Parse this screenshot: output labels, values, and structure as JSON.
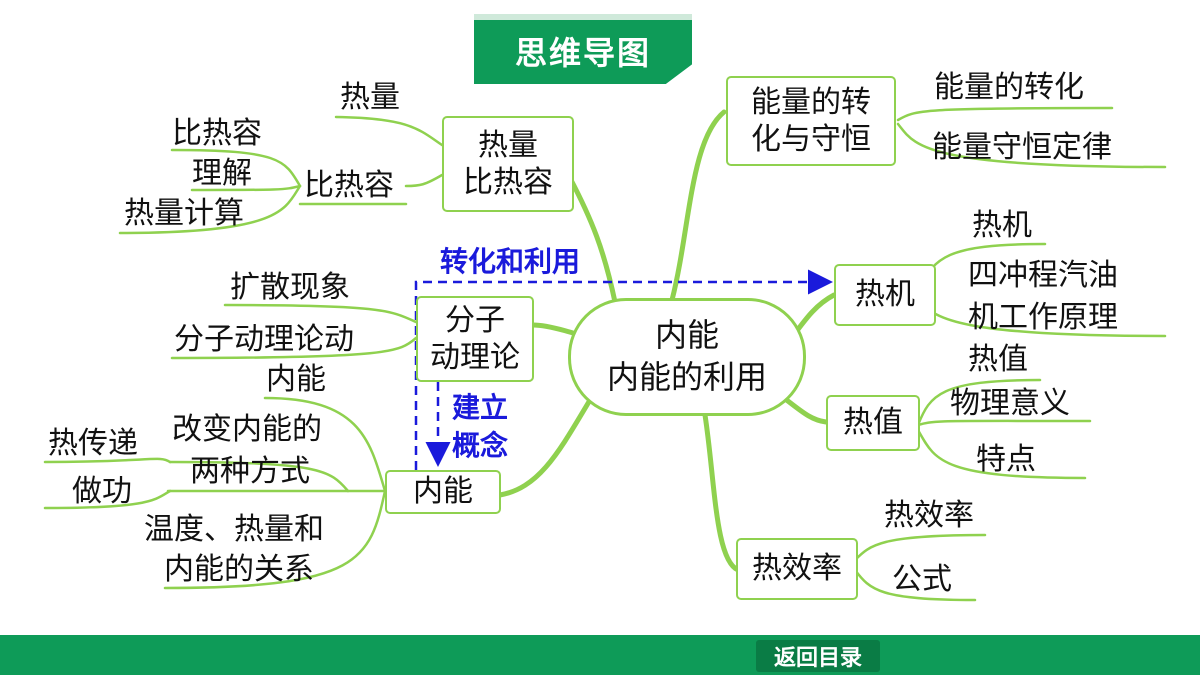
{
  "title": "思维导图",
  "center": {
    "line1": "内能",
    "line2": "内能的利用"
  },
  "relations": {
    "transform_use": "转化和利用",
    "build_concept": [
      "建立",
      "概念"
    ]
  },
  "left": {
    "heat_box": "热量\n比热容",
    "heat_leaf": "热量",
    "spec_heat_sub": "比热容",
    "spec_heat_leaves": [
      "比热容",
      "理解",
      "热量计算"
    ],
    "molecule_box": "分子\n动理论",
    "molecule_leaves": [
      "扩散现象",
      "分子动理论动"
    ],
    "inner_box": "内能",
    "inner_leaf": "内能",
    "change_ways": [
      "改变内能的",
      "两种方式"
    ],
    "change_leaves": [
      "热传递",
      "做功"
    ],
    "relation": [
      "温度、热量和",
      "内能的关系"
    ]
  },
  "right": {
    "energy_box": "能量的转\n化与守恒",
    "energy_leaves": [
      "能量的转化",
      "能量守恒定律"
    ],
    "engine_box": "热机",
    "engine_leaves": [
      "热机",
      "四冲程汽油",
      "机工作原理"
    ],
    "fuel_box": "热值",
    "fuel_leaves": [
      "热值",
      "物理意义",
      "特点"
    ],
    "eff_box": "热效率",
    "eff_leaves": [
      "热效率",
      "公式"
    ]
  },
  "footer": {
    "back": "返回目录"
  },
  "colors": {
    "line": "#8fd14f",
    "accent_green": "#0e9b58",
    "relation_blue": "#1a1adb"
  }
}
